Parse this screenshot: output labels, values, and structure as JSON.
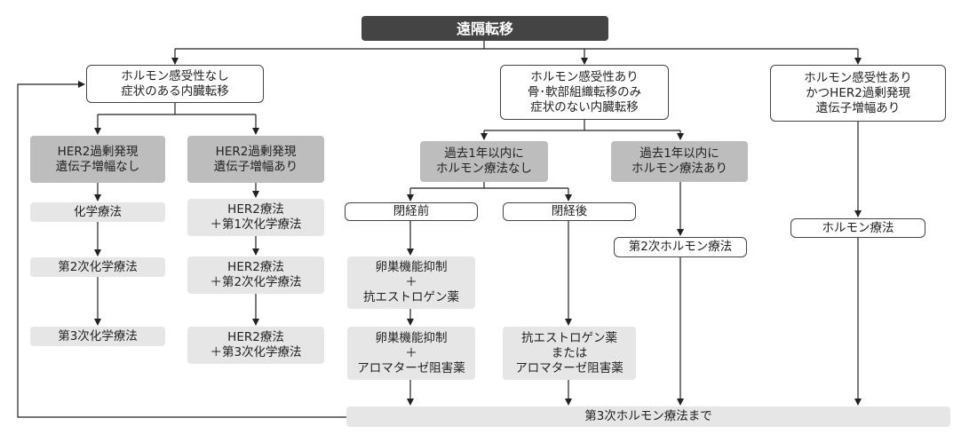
{
  "nodes": {
    "root": {
      "lines": [
        "遠隔転移"
      ]
    },
    "no_hormone": {
      "lines": [
        "ホルモン感受性なし",
        "症状のある内臓転移"
      ]
    },
    "hormone": {
      "lines": [
        "ホルモン感受性あり",
        "骨･軟部組織転移のみ",
        "症状のない内臓転移"
      ]
    },
    "hormone_her2": {
      "lines": [
        "ホルモン感受性あり",
        "かつHER2過剰発現",
        "遺伝子増幅あり"
      ]
    },
    "her2_neg": {
      "lines": [
        "HER2過剰発現",
        "遺伝子増幅なし"
      ]
    },
    "her2_pos": {
      "lines": [
        "HER2過剰発現",
        "遺伝子増幅あり"
      ]
    },
    "no_prior_hormone": {
      "lines": [
        "過去1年以内に",
        "ホルモン療法なし"
      ]
    },
    "prior_hormone": {
      "lines": [
        "過去1年以内に",
        "ホルモン療法あり"
      ]
    },
    "chemo1": {
      "lines": [
        "化学療法"
      ]
    },
    "chemo2": {
      "lines": [
        "第2次化学療法"
      ]
    },
    "chemo3": {
      "lines": [
        "第3次化学療法"
      ]
    },
    "her2_chemo1": {
      "lines": [
        "HER2療法",
        "＋第1次化学療法"
      ]
    },
    "her2_chemo2": {
      "lines": [
        "HER2療法",
        "＋第2次化学療法"
      ]
    },
    "her2_chemo3": {
      "lines": [
        "HER2療法",
        "＋第3次化学療法"
      ]
    },
    "premenopausal": {
      "lines": [
        "閉経前"
      ]
    },
    "postmenopausal": {
      "lines": [
        "閉経後"
      ]
    },
    "ovarian_anti_estrogen": {
      "lines": [
        "卵巣機能抑制",
        "＋",
        "抗エストロゲン薬"
      ]
    },
    "ovarian_aromatase": {
      "lines": [
        "卵巣機能抑制",
        "＋",
        "アロマターゼ阻害薬"
      ]
    },
    "anti_estrogen_or_ai": {
      "lines": [
        "抗エストロゲン薬",
        "または",
        "アロマターゼ阻害薬"
      ]
    },
    "second_hormone": {
      "lines": [
        "第2次ホルモン療法"
      ]
    },
    "hormone_therapy": {
      "lines": [
        "ホルモン療法"
      ]
    },
    "third_hormone": {
      "lines": [
        "第3次ホルモン療法まで"
      ]
    }
  }
}
